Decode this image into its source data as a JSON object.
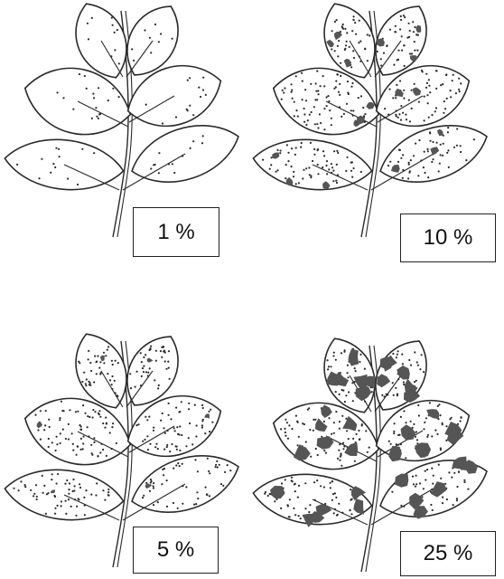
{
  "colors": {
    "ink": "#2a2a2a",
    "lesion": "#555555",
    "background": "#ffffff"
  },
  "panels": [
    {
      "id": "p1",
      "label": "1 %",
      "severity_fraction": 0.01
    },
    {
      "id": "p10",
      "label": "10 %",
      "severity_fraction": 0.1
    },
    {
      "id": "p5",
      "label": "5 %",
      "severity_fraction": 0.05
    },
    {
      "id": "p25",
      "label": "25 %",
      "severity_fraction": 0.25
    }
  ]
}
